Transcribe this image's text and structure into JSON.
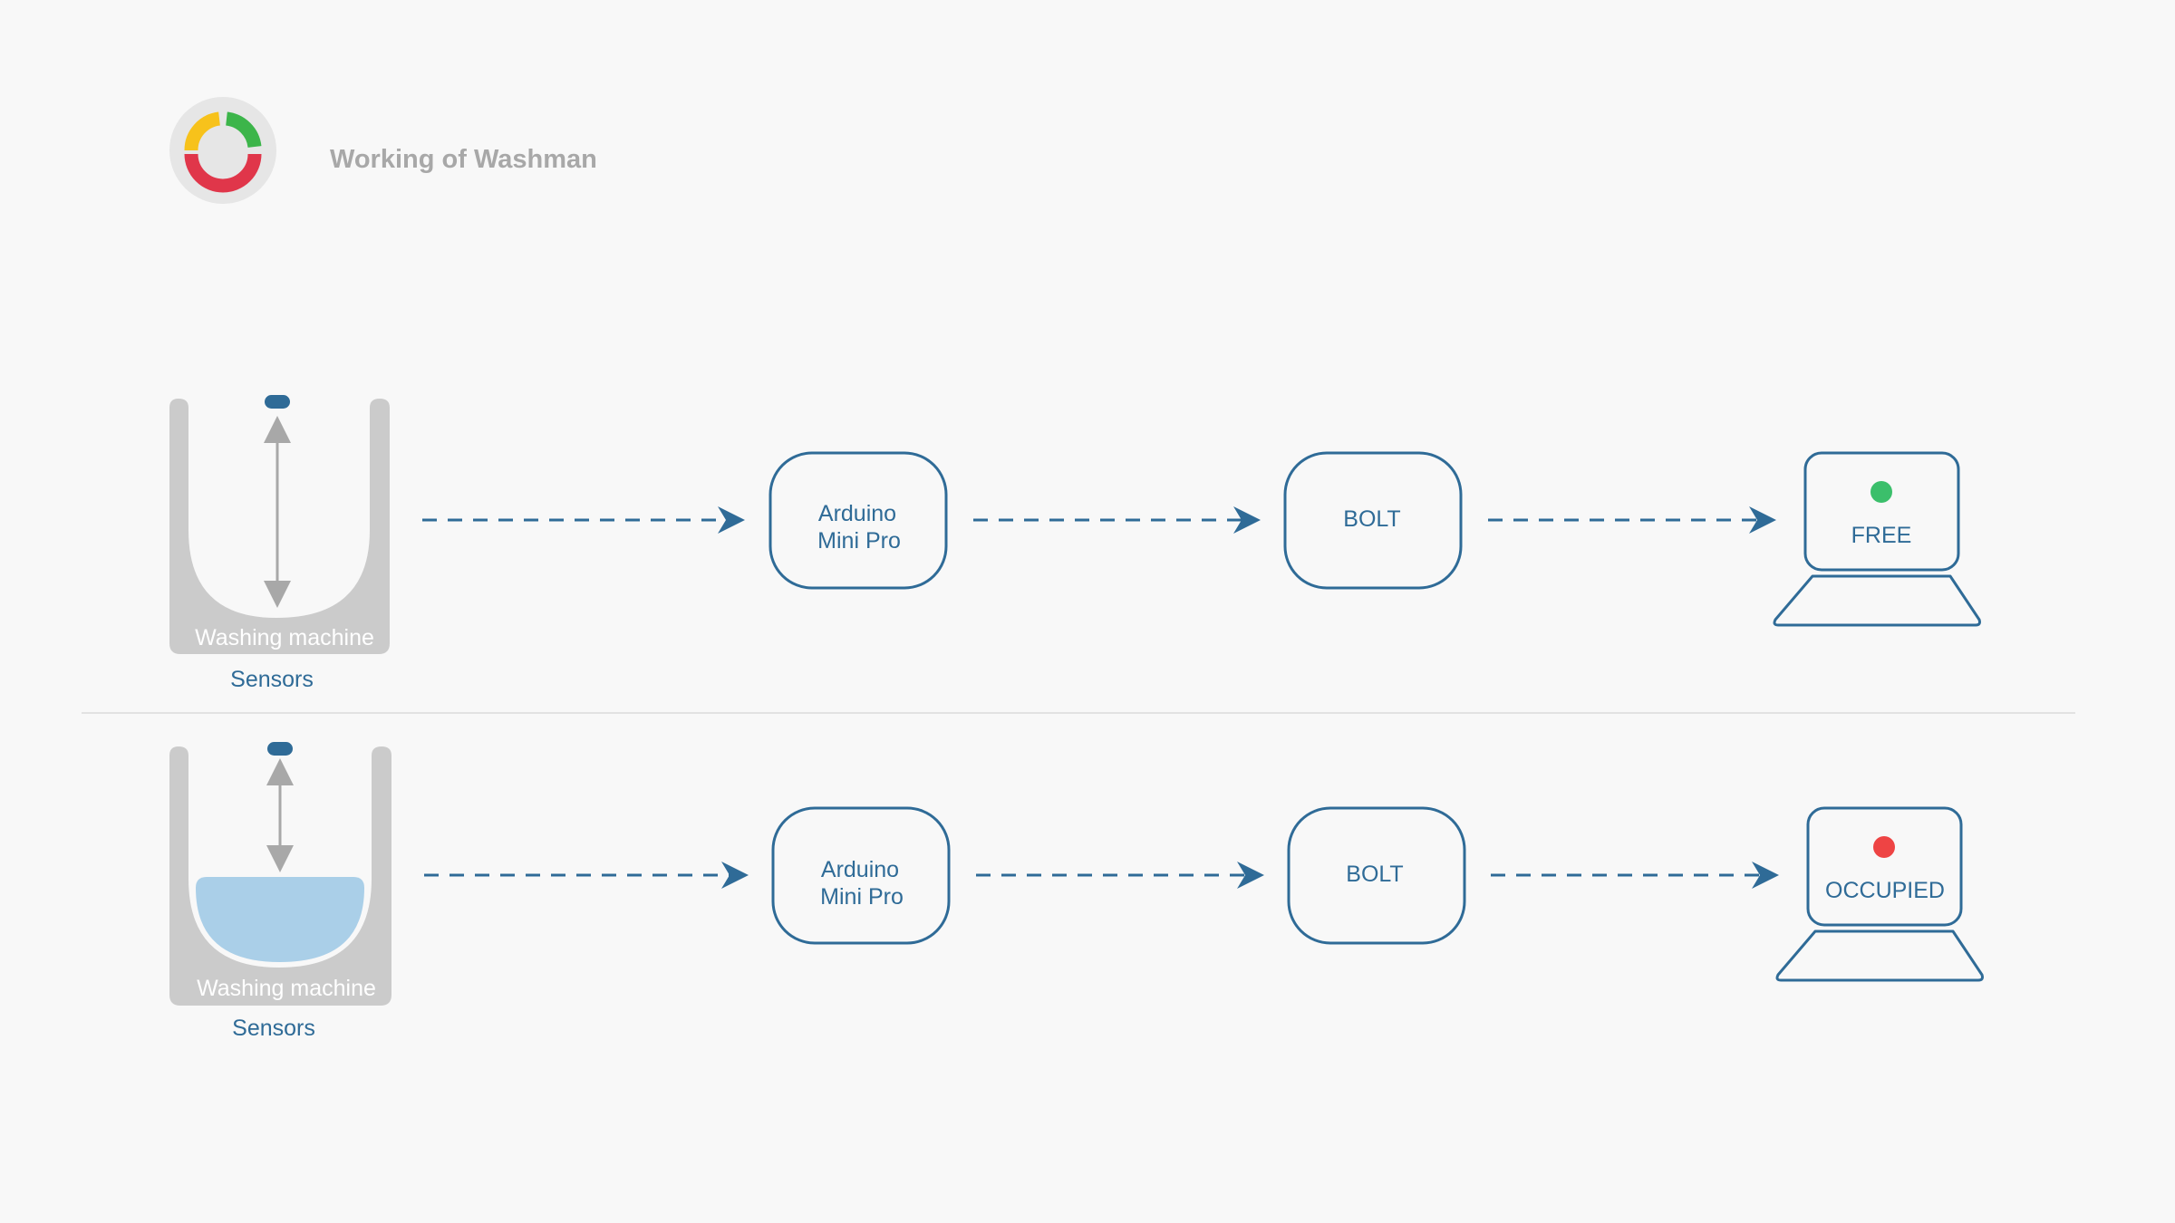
{
  "header": {
    "title": "Working of Washman",
    "logo_colors": {
      "yellow": "#f7c21b",
      "green": "#3cb54a",
      "red": "#e0364a",
      "ring_bg": "#e6e6e6"
    }
  },
  "colors": {
    "primary": "#2f6b97",
    "machine_gray": "#cbcbcb",
    "arrow_gray": "#a8a8a8",
    "water": "#aacfe8",
    "sensor": "#2f6b97",
    "free_dot": "#3bbf6b",
    "occupied_dot": "#ee4444",
    "divider": "#e2e2e2"
  },
  "rows": [
    {
      "machine_label": "Washing machine",
      "sensors_label": "Sensors",
      "arduino_line1": "Arduino",
      "arduino_line2": "Mini Pro",
      "bolt_label": "BOLT",
      "status_label": "FREE",
      "status_color": "#3bbf6b"
    },
    {
      "machine_label": "Washing machine",
      "sensors_label": "Sensors",
      "arduino_line1": "Arduino",
      "arduino_line2": "Mini Pro",
      "bolt_label": "BOLT",
      "status_label": "OCCUPIED",
      "status_color": "#ee4444"
    }
  ]
}
